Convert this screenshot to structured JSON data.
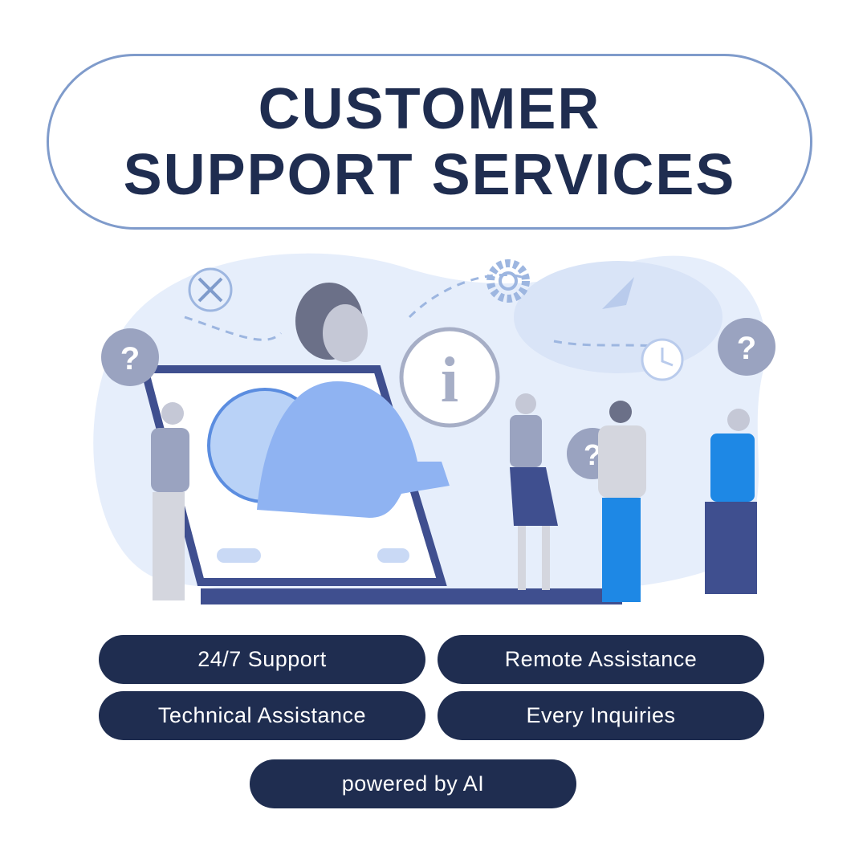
{
  "title": {
    "line1": "CUSTOMER",
    "line2": "SUPPORT SERVICES"
  },
  "illustration": {
    "info_symbol": "i",
    "question_symbol": "?"
  },
  "features": [
    "24/7 Support",
    "Remote Assistance",
    "Technical Assistance",
    "Every Inquiries"
  ],
  "footer_pill": "powered by AI",
  "colors": {
    "navy": "#1f2d50",
    "border": "#7f9bcb",
    "blob": "#e6eefb",
    "accent": "#1e88e5"
  }
}
